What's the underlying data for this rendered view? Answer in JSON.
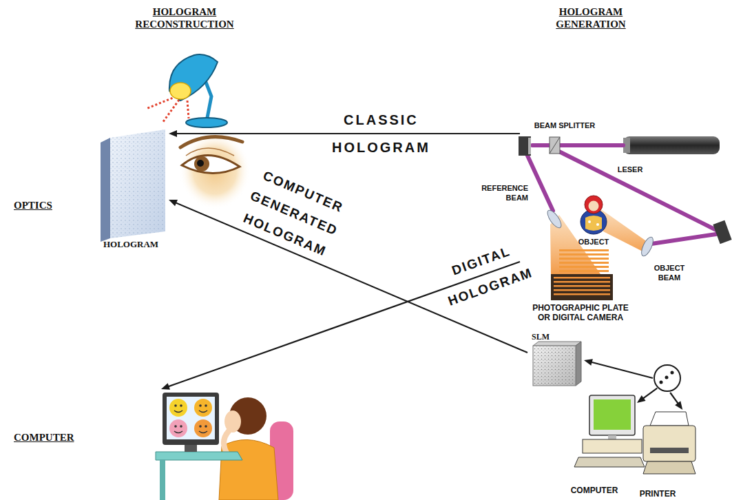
{
  "diagram": {
    "nodes": [
      {
        "text": [
          "HOLOGRAM"
        ]
      },
      {
        "text": [
          "PHOTOGRAPHIC PLATE OR DIGITAL CAMERA"
        ]
      },
      {
        "text": [
          "SLM"
        ]
      },
      {
        "text": []
      },
      {
        "text": []
      },
      {
        "text": [
          "COMPUTER"
        ]
      },
      {
        "text": [
          "PRINTER"
        ]
      }
    ],
    "edges": [
      {
        "from": 1,
        "to": 0,
        "arrow": "to",
        "label": "CLASSIC HOLOGRAM"
      },
      {
        "from": 1,
        "to": 4,
        "arrow": "to",
        "label": "DIGITAL HOLOGRAM"
      },
      {
        "from": 2,
        "to": 0,
        "arrow": "to",
        "label": "COMPUTER GENERATED HOLOGRAM"
      },
      {
        "from": 3,
        "to": 2,
        "arrow": "to"
      },
      {
        "from": 3,
        "to": 5,
        "arrow": "to"
      },
      {
        "from": 3,
        "to": 6,
        "arrow": "to"
      }
    ],
    "labels": [
      "HOLOGRAM RECONSTRUCTION",
      "HOLOGRAM GENERATION",
      "BEAM SPLITTER",
      "REFERENCE BEAM",
      "LESER",
      "OBJECT",
      "OBJECT BEAM",
      "OPTICS",
      "COMPUTER"
    ]
  }
}
